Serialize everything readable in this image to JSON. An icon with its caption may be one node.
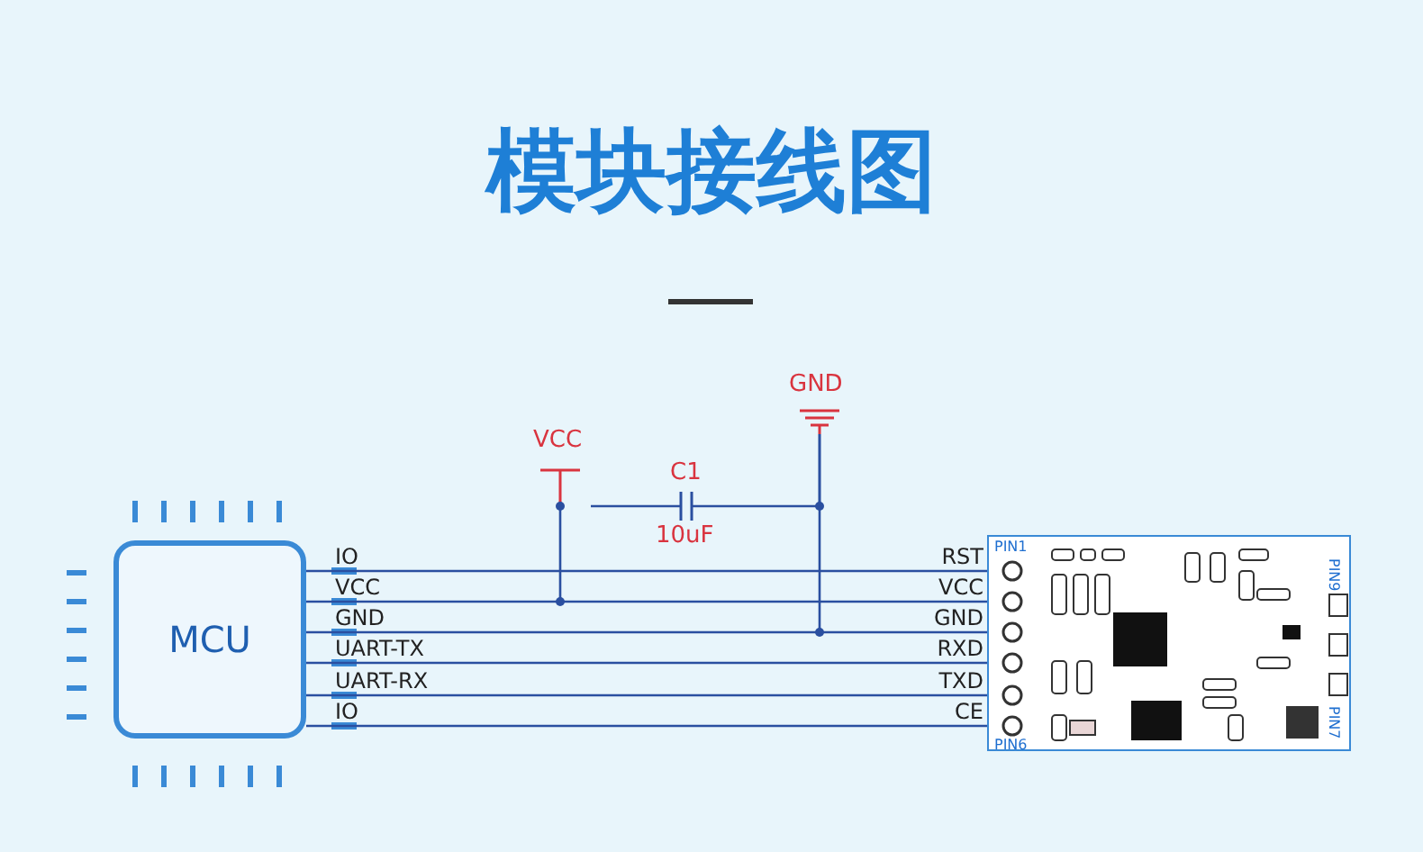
{
  "diagram": {
    "title": "模块接线图",
    "nodes": [
      {
        "text": [
          "MCU"
        ]
      },
      {
        "text": [],
        "shape": "picture"
      },
      {
        "text": [
          "VCC"
        ]
      },
      {
        "text": [
          "C1"
        ],
        "beside": [
          "10uF"
        ]
      },
      {
        "text": [
          "GND"
        ]
      }
    ],
    "edges": [
      {
        "from": 0,
        "to": 1,
        "arrow": "none"
      },
      {
        "from": 0,
        "to": 1,
        "arrow": "none"
      },
      {
        "from": 0,
        "to": 1,
        "arrow": "none"
      },
      {
        "from": 0,
        "to": 1,
        "arrow": "none"
      },
      {
        "from": 0,
        "to": 1,
        "arrow": "none"
      },
      {
        "from": 0,
        "to": 1,
        "arrow": "none"
      },
      {
        "from": 2,
        "to": 3,
        "arrow": "none"
      },
      {
        "from": 3,
        "to": 4,
        "arrow": "none"
      }
    ],
    "labels": [
      "IO",
      "VCC",
      "GND",
      "UART-TX",
      "UART-RX",
      "IO",
      "RST",
      "VCC",
      "GND",
      "RXD",
      "TXD",
      "CE",
      "PIN1",
      "PIN6",
      "PIN9",
      "PIN7"
    ]
  }
}
